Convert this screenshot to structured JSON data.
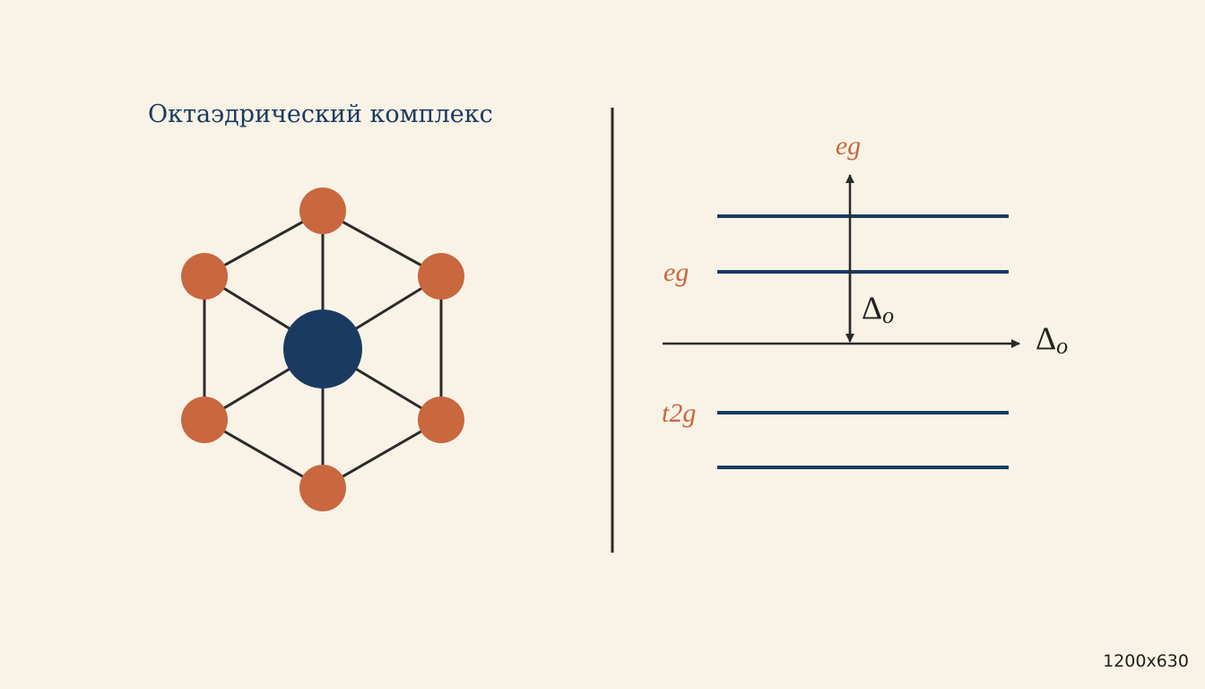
{
  "colors": {
    "background": "#f8f3e6",
    "metal": "#1b3a62",
    "ligand": "#c9673f",
    "bond": "#2b2b2b",
    "level": "#1b3a62",
    "axis": "#2b2b2b",
    "orbital_label": "#c9673f"
  },
  "complex": {
    "title": "Октаэдрический комплекс",
    "ligand_count": 6
  },
  "energy_diagram": {
    "top_label": "eg",
    "eg_label": "eg",
    "t2g_label": "t2g",
    "arrow_delta_symbol": "Δ",
    "arrow_delta_subscript": "o",
    "axis_delta_symbol": "Δ",
    "axis_delta_subscript": "o",
    "level_count": 4
  },
  "size_note": "1200x630"
}
